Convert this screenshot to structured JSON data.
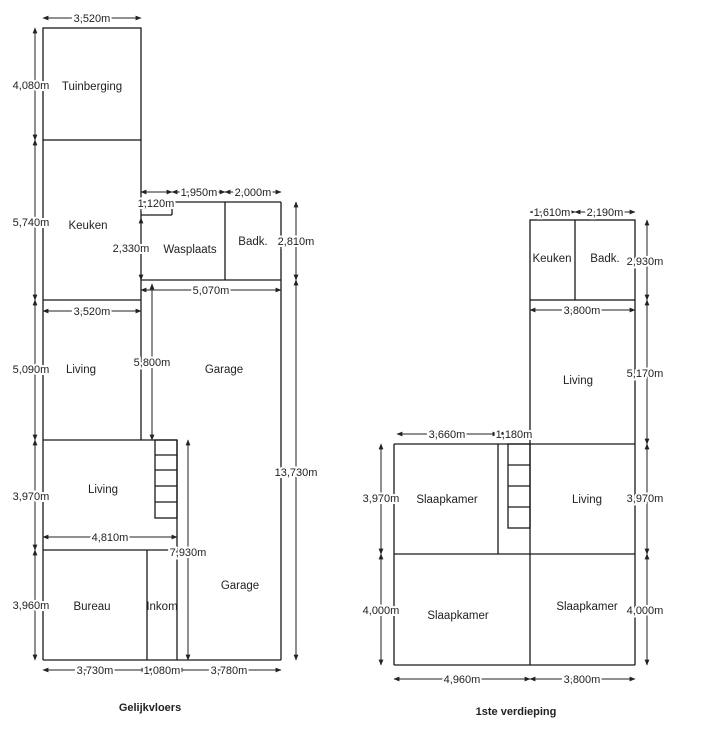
{
  "ground_floor": {
    "title": "Gelijkvloers",
    "rooms": {
      "tuinberging": "Tuinberging",
      "keuken": "Keuken",
      "wasplaats": "Wasplaats",
      "badk": "Badk.",
      "living_top": "Living",
      "garage_top": "Garage",
      "living_mid": "Living",
      "bureau": "Bureau",
      "inkom": "Inkom",
      "garage_bottom": "Garage"
    },
    "dims": {
      "top_width": "3,520m",
      "tuinberging_h": "4,080m",
      "keuken_h": "5,740m",
      "wasplaats_off": "1,120m",
      "wasplaats_w": "1,950m",
      "badk_w": "2,000m",
      "wasplaats_h": "2,330m",
      "badk_h": "2,810m",
      "garage_w": "5,070m",
      "living_w": "3,520m",
      "living_h": "5,090m",
      "garage_depth": "5,800m",
      "total_h": "13,730m",
      "living_mid_h": "3,970m",
      "stair_run": "7,930m",
      "bureau_row_w": "4,810m",
      "bureau_h": "3,960m",
      "bottom_bureau": "3,730m",
      "bottom_inkom": "1,080m",
      "bottom_garage": "3,780m"
    }
  },
  "first_floor": {
    "title": "1ste verdieping",
    "rooms": {
      "keuken": "Keuken",
      "badk": "Badk.",
      "living_upper": "Living",
      "slaapkamer_1": "Slaapkamer",
      "living_lower": "Living",
      "slaapkamer_2": "Slaapkamer",
      "slaapkamer_3": "Slaapkamer"
    },
    "dims": {
      "keuken_w": "1,610m",
      "badk_w": "2,190m",
      "badk_h": "2,930m",
      "living_w": "3,800m",
      "living_h": "5,170m",
      "slaapkamer_w": "3,660m",
      "stair_w": "1,180m",
      "left_mid_h": "3,970m",
      "right_mid_h": "3,970m",
      "left_bottom_h": "4,000m",
      "right_bottom_h": "4,000m",
      "bottom_left_w": "4,960m",
      "bottom_right_w": "3,800m"
    }
  }
}
